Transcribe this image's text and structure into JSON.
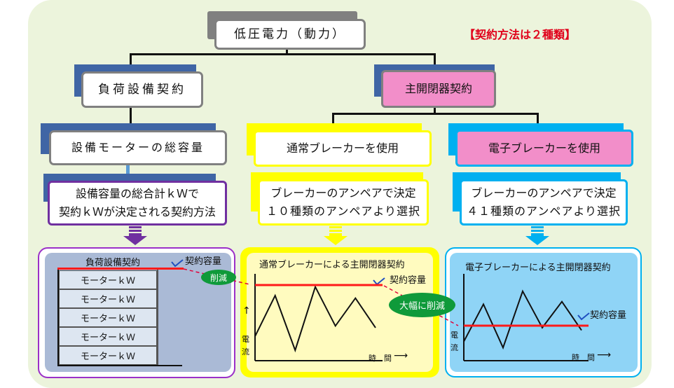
{
  "title": "低圧電力（動力）",
  "note": "【契約方法は２種類】",
  "methods": {
    "load": {
      "label": "負荷設備契約",
      "step1": "設備モーターの総容量",
      "step2_line1": "設備容量の総合計ｋＷで",
      "step2_line2": "契約ｋＷが決定される契約方法"
    },
    "breaker": {
      "label": "主開閉器契約",
      "normal": {
        "label": "通常ブレーカーを使用",
        "desc_line1": "ブレーカーのアンペアで決定",
        "desc_line2": "１０種類のアンペアより選択"
      },
      "electronic": {
        "label": "電子ブレーカーを使用",
        "desc_line1": "ブレーカーのアンペアで決定",
        "desc_line2": "４１種類のアンペアより選択"
      }
    }
  },
  "panels": {
    "load": {
      "title": "負荷設備契約",
      "contract_label": "契約容量",
      "rows": [
        "モーターｋＷ",
        "モーターｋＷ",
        "モーターｋＷ",
        "モーターｋＷ",
        "モーターｋＷ"
      ],
      "cut_label": "削減"
    },
    "normal": {
      "title": "通常ブレーカーによる主開閉器契約",
      "contract_label": "契約容量",
      "y_label_1": "電",
      "y_label_2": "流",
      "x_label": "時　間",
      "cut_label": "大幅に削減",
      "series": [
        0.28,
        0.75,
        0.12,
        0.85,
        0.4,
        0.72,
        0.38
      ]
    },
    "electronic": {
      "title": "電子ブレーカーによる主開閉器契約",
      "contract_label": "契約容量",
      "y_label_1": "電",
      "y_label_2": "流",
      "x_label": "時　間",
      "series": [
        0.22,
        0.65,
        0.15,
        0.8,
        0.38,
        0.68,
        0.35
      ]
    }
  },
  "colors": {
    "red_line": "#ff1a1a",
    "dashed_link": "#e0003a",
    "purple": "#7030a0",
    "yellow": "#ffff00",
    "cyan": "#00b0f0",
    "pink": "#f28ec9",
    "navy_shadow": "#3f65a5"
  }
}
